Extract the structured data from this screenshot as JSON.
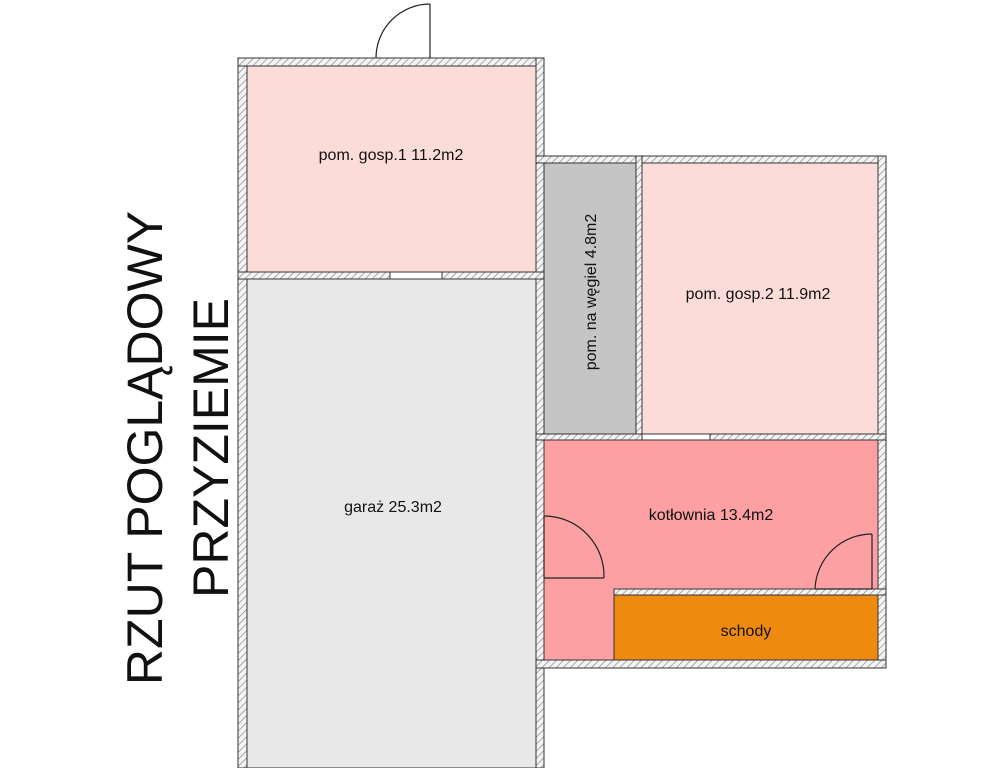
{
  "title": {
    "line1": "RZUT POGLĄDOWY",
    "line2": "PRZYZIEMIE"
  },
  "rooms": {
    "gosp1": {
      "label": "pom. gosp.1 11.2m2",
      "color": "#fcdcd8"
    },
    "garaz": {
      "label": "garaż 25.3m2",
      "color": "#e8e8e8"
    },
    "wegiel": {
      "label": "pom. na węgiel 4.8m2",
      "color": "#c5c5c5"
    },
    "gosp2": {
      "label": "pom. gosp.2 11.9m2",
      "color": "#fcdcd8"
    },
    "kotlownia": {
      "label": "kotłownia 13.4m2",
      "color": "#fda0a3"
    },
    "schody": {
      "label": "schody",
      "color": "#ee8a10"
    }
  },
  "colors": {
    "wall_fill": "#f4f4f4",
    "wall_hatch": "#8a8a8a",
    "wall_outline": "#333333"
  }
}
